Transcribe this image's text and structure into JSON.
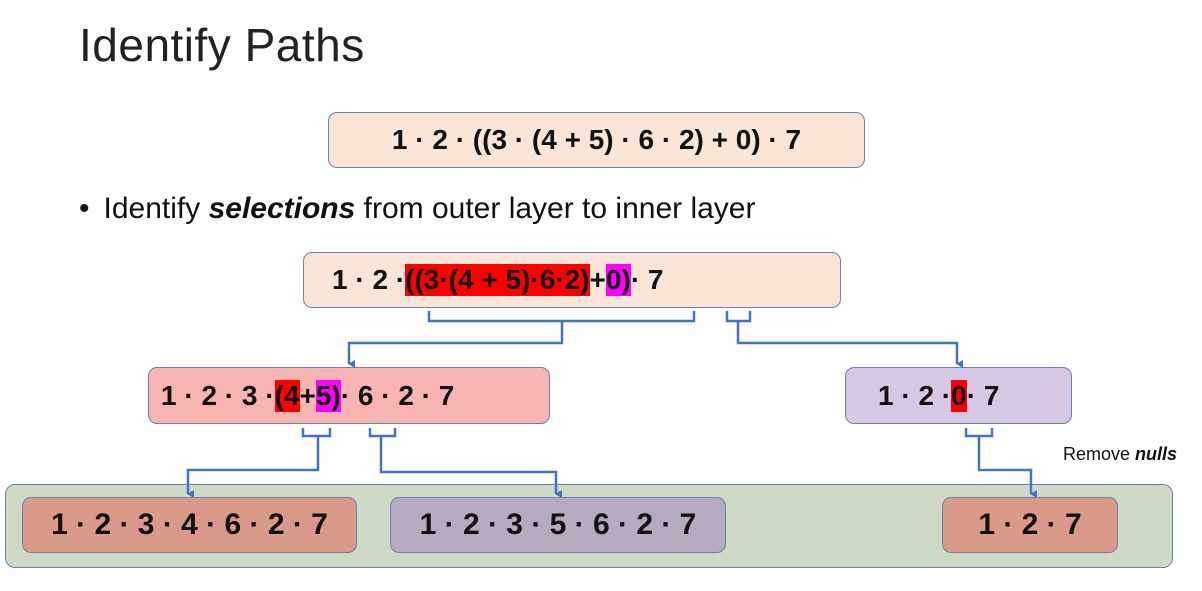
{
  "title": "Identify Paths",
  "expression": "1 · 2 · ((3 · (4 + 5) · 6 · 2) + 0) · 7",
  "bullet": {
    "prefix": "Identify ",
    "emphasis": "selections",
    "suffix": " from outer layer to inner layer"
  },
  "level1": {
    "p1": "1 · 2 · ",
    "s1": "((3",
    "p2": " · ",
    "s2": "(4 + 5)",
    "p3": " · ",
    "s3": "6",
    "p4": " · ",
    "s4": "2)",
    "p5": " + ",
    "s5": "0)",
    "p6": " · 7"
  },
  "level2_left": {
    "p1": "1 · 2 · 3 · ",
    "s1": "(4",
    "p2": " + ",
    "s2": "5)",
    "p3": " · 6 · 2 · 7"
  },
  "level2_right": {
    "p1": "1 · 2 · ",
    "s1": "0",
    "p2": " · 7"
  },
  "results": {
    "r1": "1 · 2 · 3 · 4 · 6 · 2 · 7",
    "r2": "1 · 2 · 3 · 5 · 6 · 2 · 7",
    "r3": "1 · 2 · 7"
  },
  "note": {
    "prefix": "Remove ",
    "emphasis": "nulls"
  },
  "colors": {
    "selection_red": "#ff0000",
    "selection_magenta": "#ff00ff",
    "connector": "#4472c4",
    "expression_box": "#fbe5d6",
    "level2_left_box": "#f8b3b3",
    "level2_right_box": "#d6c8e4",
    "result_red_box": "#d99a8a",
    "result_purple_box": "#b5aac0",
    "results_band": "#cfdac6"
  }
}
